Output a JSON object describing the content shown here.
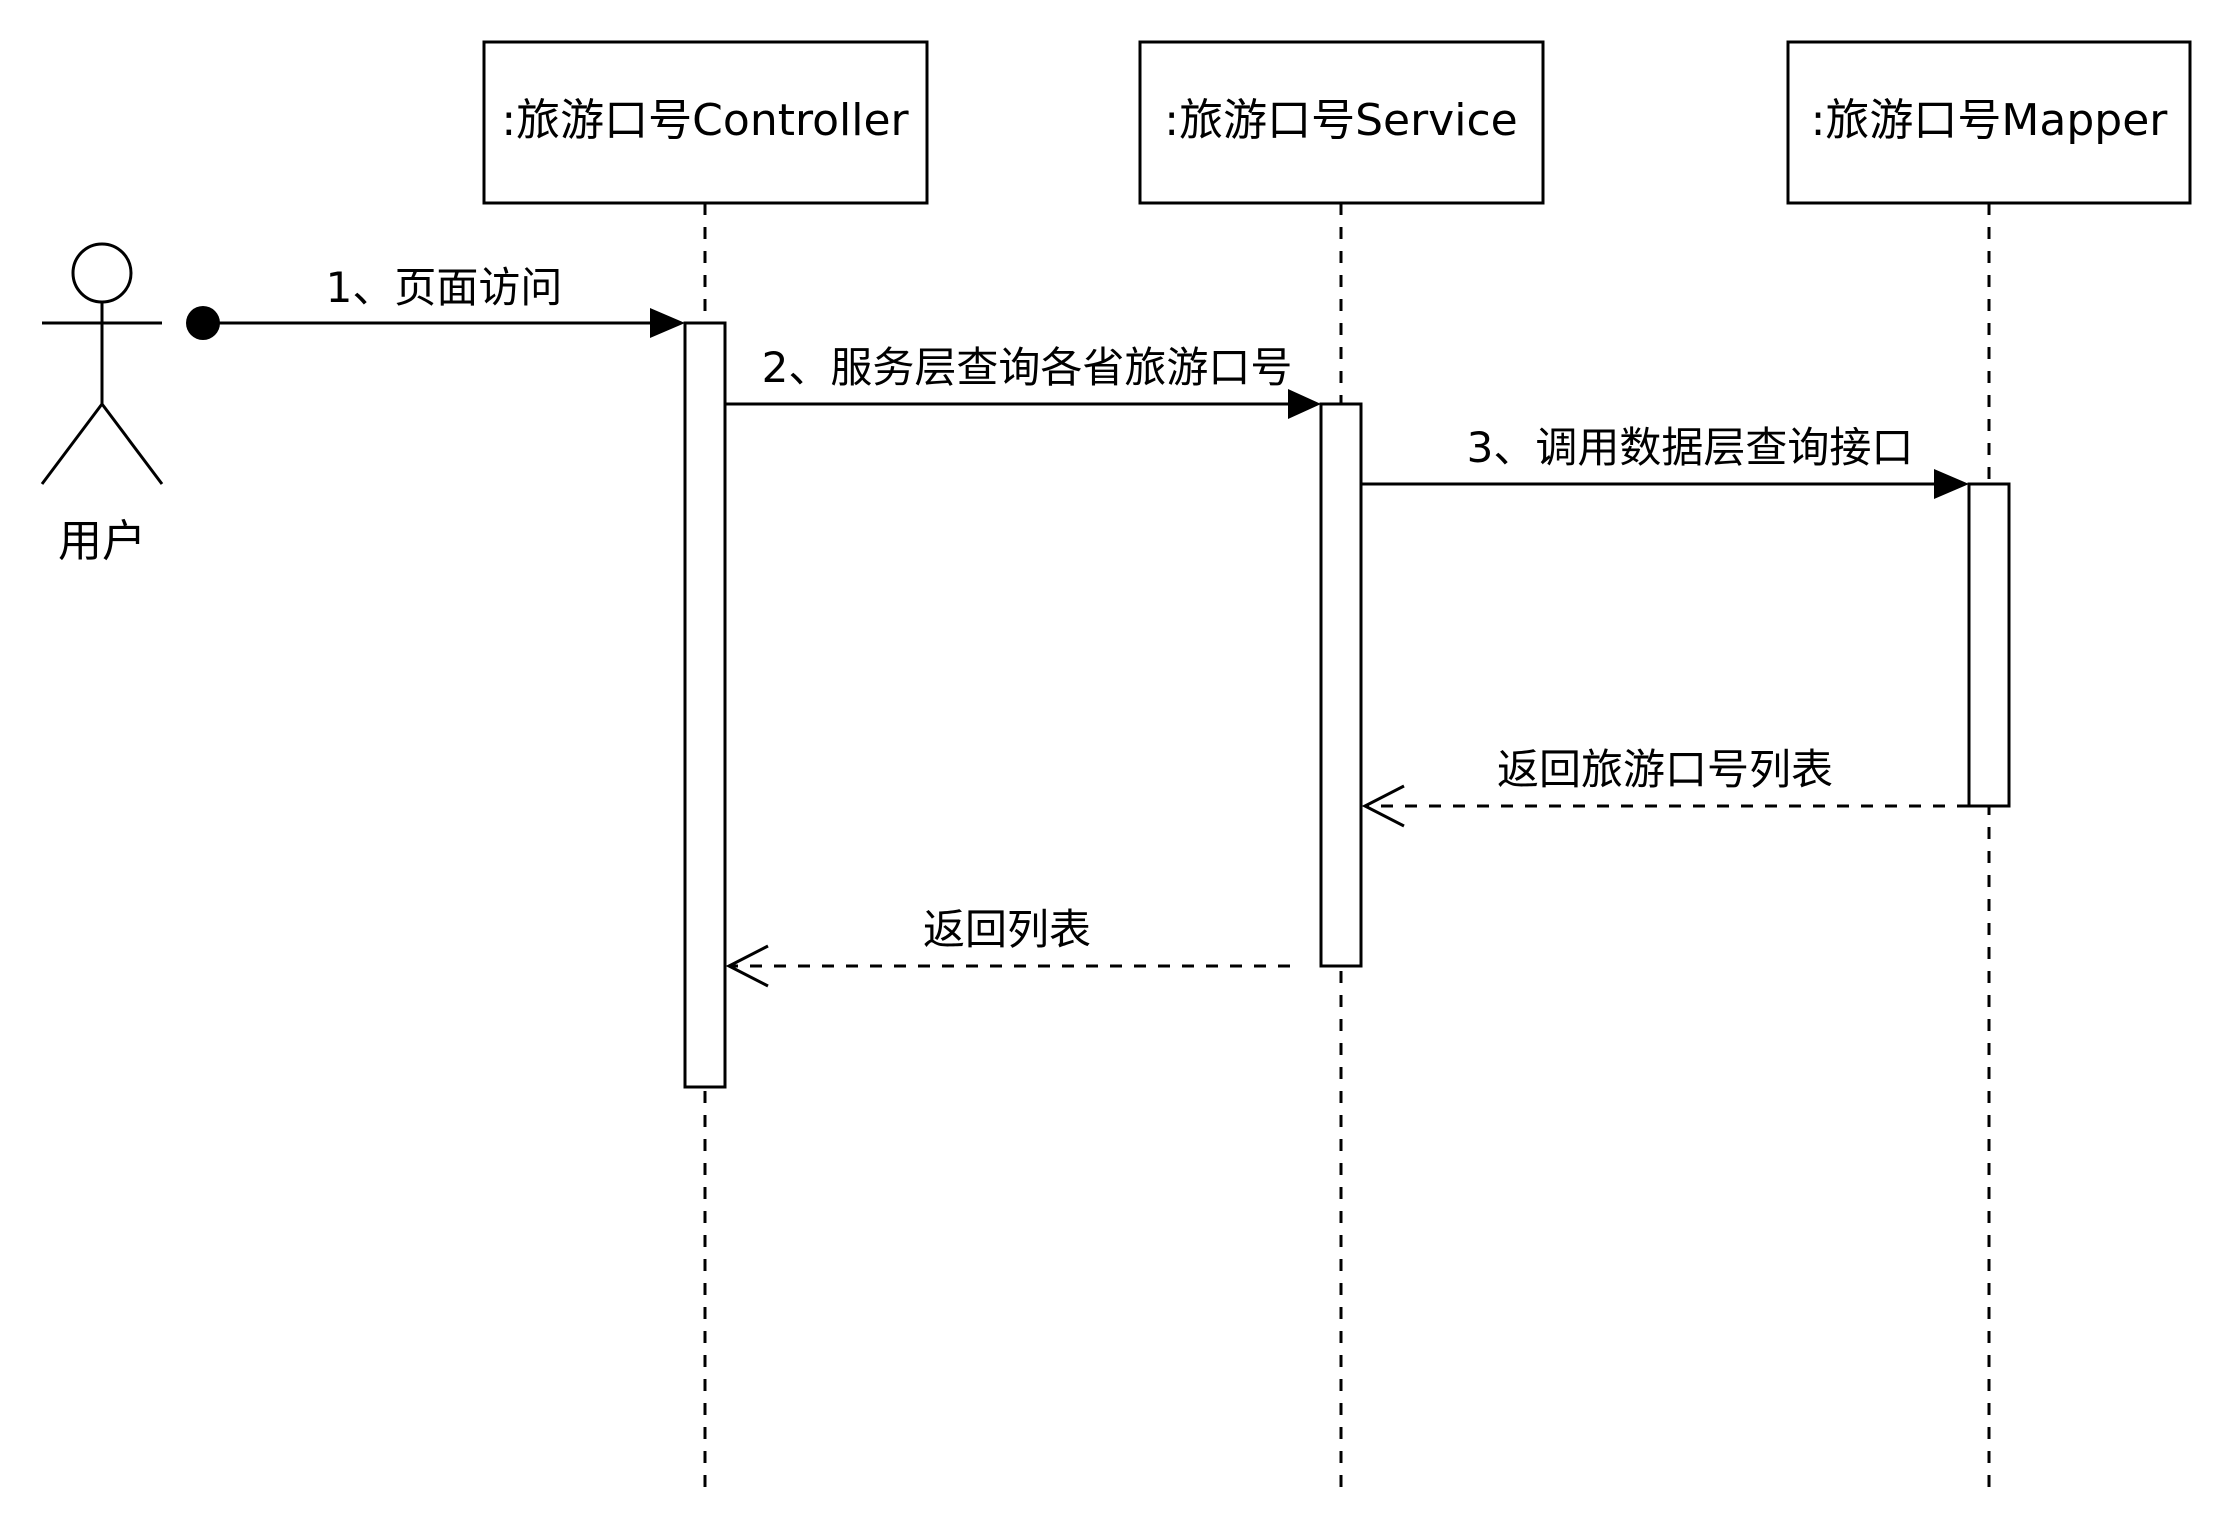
{
  "actor": {
    "name": "用户"
  },
  "lifelines": [
    {
      "title": ":旅游口号Controller"
    },
    {
      "title": ":旅游口号Service"
    },
    {
      "title": ":旅游口号Mapper"
    }
  ],
  "messages": [
    {
      "label": "1、页面访问",
      "kind": "found-call"
    },
    {
      "label": "2、服务层查询各省旅游口号",
      "kind": "sync-call"
    },
    {
      "label": "3、调用数据层查询接口",
      "kind": "sync-call"
    },
    {
      "label": "返回旅游口号列表",
      "kind": "return"
    },
    {
      "label": "返回列表",
      "kind": "return"
    }
  ],
  "colors": {
    "stroke": "#000000",
    "background": "#ffffff"
  }
}
